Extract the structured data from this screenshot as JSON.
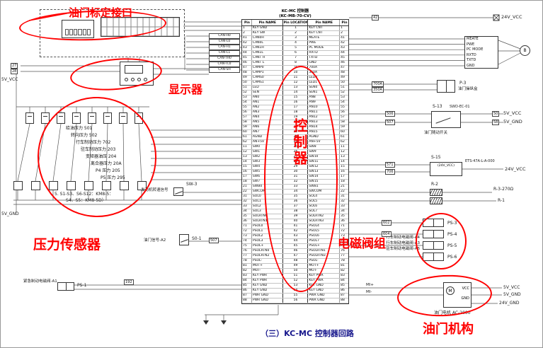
{
  "window": {
    "caption": "（三）KC-MC 控制器回路"
  },
  "annotations": {
    "throttle_calibration": "油门标定接口",
    "display": "显示器",
    "controller": "控制器",
    "pressure_sensor": "压力传感器",
    "solenoid_group": "电磁阀组",
    "throttle_mechanism": "油门机构",
    "color": "#ff0000"
  },
  "power": {
    "v5": "5V_VCC",
    "g5": "5V_GND",
    "v24": "24V_VCC",
    "g24": "24V_GND"
  },
  "pin_table": {
    "title1": "KC-MC 控制器",
    "title2": "(KC-MB-70-CV)",
    "headers": [
      "Pin",
      "Pin NAME",
      "Pin LOCATION",
      "Pin NAME",
      "Pin"
    ],
    "rows": [
      [
        "1",
        "KEY GND",
        "1",
        "KEY CNT",
        "1"
      ],
      [
        "2",
        "KEY SW",
        "2",
        "KEY CNT",
        "2"
      ],
      [
        "41",
        "CAN0H",
        "3",
        "MEATE",
        "41"
      ],
      [
        "42",
        "CAN0L",
        "4",
        "PWE",
        "42"
      ],
      [
        "43",
        "CAN1H",
        "5",
        "PC MODE",
        "43"
      ],
      [
        "44",
        "CAN1L",
        "6",
        "RXTD",
        "44"
      ],
      [
        "45",
        "CANT H",
        "7",
        "TXTD",
        "45"
      ],
      [
        "46",
        "CANT L",
        "8",
        "GND",
        "46"
      ],
      [
        "47",
        "CAMP0",
        "9",
        "700A",
        "47"
      ],
      [
        "48",
        "CAMP1",
        "10",
        "350A",
        "48"
      ],
      [
        "49",
        "CAMS0",
        "11",
        "LED0",
        "49"
      ],
      [
        "50",
        "CAMS1",
        "12",
        "LED1",
        "50"
      ],
      [
        "51",
        "LED",
        "13",
        "SEN0",
        "51"
      ],
      [
        "52",
        "SEN",
        "14",
        "SEN1",
        "52"
      ],
      [
        "53",
        "AN0",
        "15",
        "AN8",
        "53"
      ],
      [
        "54",
        "AN1",
        "16",
        "AN9",
        "54"
      ],
      [
        "55",
        "AN2",
        "17",
        "AN10",
        "55"
      ],
      [
        "56",
        "AN3",
        "18",
        "AN11",
        "56"
      ],
      [
        "57",
        "AN4",
        "19",
        "AN12",
        "57"
      ],
      [
        "58",
        "AN5",
        "20",
        "AN13",
        "58"
      ],
      [
        "59",
        "AN6",
        "21",
        "AN14",
        "59"
      ],
      [
        "60",
        "AN7",
        "22",
        "AN15",
        "60"
      ],
      [
        "61",
        "AGND",
        "23",
        "AGND",
        "61"
      ],
      [
        "62",
        "AN+5V",
        "24",
        "AN+5V",
        "62"
      ],
      [
        "11",
        "SW0",
        "25",
        "SW8",
        "11"
      ],
      [
        "12",
        "SW1",
        "26",
        "SW9",
        "12"
      ],
      [
        "13",
        "SW2",
        "27",
        "SW10",
        "13"
      ],
      [
        "14",
        "SW3",
        "28",
        "SW11",
        "14"
      ],
      [
        "15",
        "SW4",
        "29",
        "SW12",
        "15"
      ],
      [
        "16",
        "SW5",
        "30",
        "SW13",
        "16"
      ],
      [
        "17",
        "SW6",
        "31",
        "SW14",
        "17"
      ],
      [
        "18",
        "SW7",
        "32",
        "SW15",
        "18"
      ],
      [
        "21",
        "SWB0",
        "33",
        "SWB1",
        "21"
      ],
      [
        "22",
        "SWCOM",
        "34",
        "SWCOM",
        "22"
      ],
      [
        "31",
        "SOL0",
        "35",
        "SOL4",
        "31"
      ],
      [
        "32",
        "SOL1",
        "36",
        "SOL5",
        "32"
      ],
      [
        "33",
        "SOL2",
        "37",
        "SOL6",
        "33"
      ],
      [
        "34",
        "SOL3",
        "38",
        "SOL7",
        "34"
      ],
      [
        "35",
        "SOLRTN0",
        "39",
        "SOLRTN2",
        "35"
      ],
      [
        "36",
        "SOLRTN1",
        "40",
        "SOLRTN3",
        "36"
      ],
      [
        "71",
        "PSOL0",
        "41",
        "PSOL4",
        "71"
      ],
      [
        "72",
        "PSOL1",
        "42",
        "PSOL5",
        "72"
      ],
      [
        "73",
        "PSOL2",
        "43",
        "PSOL6",
        "73"
      ],
      [
        "74",
        "PSOL3",
        "44",
        "PSOL7",
        "74"
      ],
      [
        "75",
        "PSOL+",
        "45",
        "PSOL+",
        "75"
      ],
      [
        "76",
        "PSOLRTN0",
        "46",
        "PSOLRTN1",
        "76"
      ],
      [
        "77",
        "PSOLRTN2",
        "47",
        "PSOLRTN3",
        "77"
      ],
      [
        "78",
        "PSOL-",
        "48",
        "PSOL-",
        "78"
      ],
      [
        "81",
        "MOT+",
        "49",
        "MOT+",
        "81"
      ],
      [
        "82",
        "MOT-",
        "50",
        "MOT-",
        "82"
      ],
      [
        "83",
        "KEY PWR",
        "51",
        "KEY PWR",
        "83"
      ],
      [
        "84",
        "KEY PWR",
        "52",
        "KEY PWR",
        "84"
      ],
      [
        "85",
        "KEY GND",
        "53",
        "KEY GND",
        "85"
      ],
      [
        "86",
        "KEY GND",
        "54",
        "KEY GND",
        "86"
      ],
      [
        "87",
        "PWR GND",
        "55",
        "PWR GND",
        "87"
      ],
      [
        "88",
        "PWR GND",
        "56",
        "PWR GND",
        "88"
      ]
    ]
  },
  "can_labels": [
    "CAN-H0",
    "CAN-L0",
    "CAN-H1",
    "CAN-L1",
    "CAN-TH0",
    "CAN-TL0",
    "CAN-SH"
  ],
  "sensors": {
    "labels": [
      "给油压力 501",
      "转向压力 502",
      "行车制动压力 702",
      "驻车制动压力 203",
      "变矩器油压 204",
      "离合器压力 20A",
      "P4 压力 205",
      "P5 压力 295"
    ],
    "note1": "5. S1-S3、S6-S12：KM8-5：",
    "note2": "S4、S5：KM8-5D）"
  },
  "left": {
    "ps1": {
      "desc": "紧急制动电磁阀-A1",
      "label": "PS-1"
    },
    "sw3": {
      "desc": "发动机转速信号",
      "label": "SW-3"
    },
    "so1": {
      "desc": "油门信号-A2",
      "label": "S0-1"
    }
  },
  "right": {
    "comm": {
      "pins": [
        "MEATE",
        "PWE",
        "PC MODE",
        "RXTD",
        "TXTD",
        "GND"
      ],
      "port": "B"
    },
    "p3": {
      "label": "P-3",
      "desc": "油门操纵盒"
    },
    "s13": {
      "label": "S-13",
      "model": "SWD-EC-01",
      "desc": "油门随动开关",
      "out1": "5V_VCC",
      "out2": "5V_GND"
    },
    "s15": {
      "label": "S-15",
      "model": "ETS-47A-L-A-000",
      "inner": "(24V_VCC)",
      "out": "24V_VCC"
    },
    "r2": {
      "label": "R-2",
      "r3": "R-3-270Ω",
      "r1": "R-1"
    },
    "solenoids": {
      "items": [
        "PS-3",
        "PS-4",
        "PS-5",
        "PS-6"
      ],
      "descs": [
        "行车制动电磁阀-A4",
        "行车制动电磁阀-A3",
        "驻车制动电磁阀-A6"
      ]
    },
    "motor": {
      "m": "M",
      "vcc": "VCC",
      "gnd": "GND",
      "desc": "油门电机 AC-2000",
      "in1": "MI+",
      "in2": "MI-",
      "out1": "5V_VCC",
      "out2": "5V_GND",
      "out3": "24V_GND"
    }
  },
  "nets": {
    "n42": "42",
    "n27": "27",
    "n28": "28",
    "n700a": "700A",
    "n350a": "350A",
    "n506": "506",
    "n507": "507",
    "n50": "50",
    "n58": "58",
    "n571": "571",
    "n706": "706",
    "n602": "602",
    "n604": "604",
    "n192": "192",
    "n507b": "507"
  }
}
